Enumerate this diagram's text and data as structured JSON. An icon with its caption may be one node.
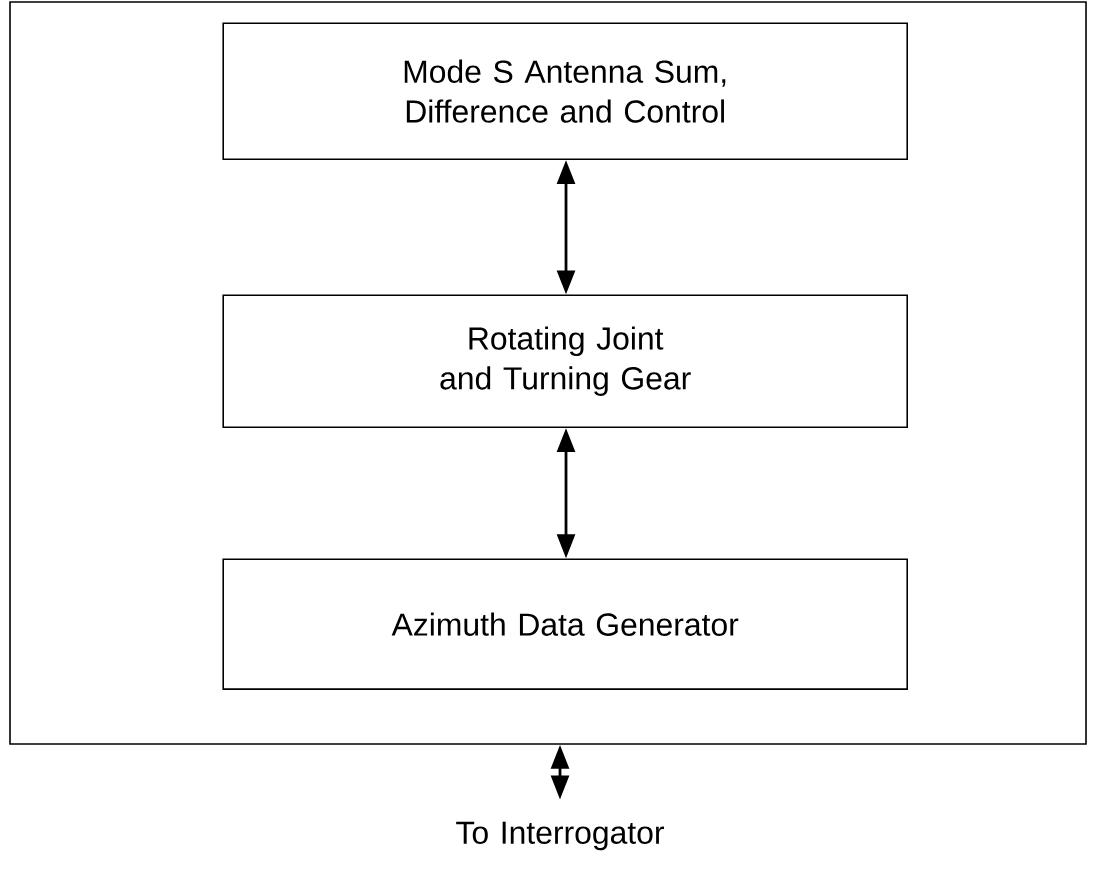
{
  "diagram": {
    "nodes": [
      {
        "text": [],
        "shape": "box"
      },
      {
        "text": [
          "Mode S Antenna Sum, Difference and Control"
        ],
        "in": 0
      },
      {
        "text": [
          "Rotating Joint and Turning Gear"
        ],
        "in": 0
      },
      {
        "text": [
          "Azimuth Data Generator"
        ],
        "in": 0
      },
      {
        "text": [
          "To Interrogator"
        ]
      }
    ],
    "edges": [
      {
        "from": 1,
        "to": 2,
        "arrow": "both"
      },
      {
        "from": 2,
        "to": 3,
        "arrow": "both"
      },
      {
        "from": 0,
        "to": 4,
        "arrow": "both"
      }
    ]
  }
}
